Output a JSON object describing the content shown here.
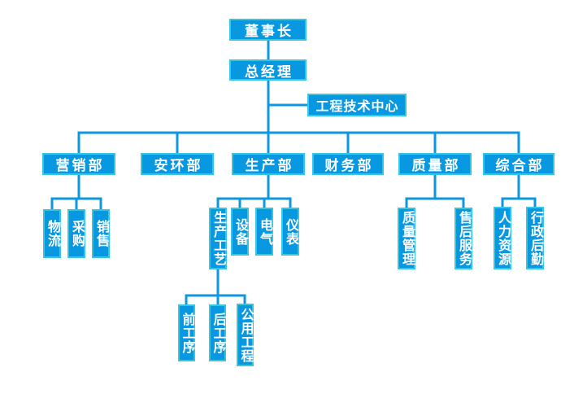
{
  "org_chart": {
    "chairman": {
      "label": "董事长"
    },
    "general_manager": {
      "label": "总经理"
    },
    "engineering_center": {
      "label": "工程技术中心"
    },
    "departments": [
      {
        "label": "营销部",
        "children": [
          {
            "label": "物流"
          },
          {
            "label": "采购"
          },
          {
            "label": "销售"
          }
        ]
      },
      {
        "label": "安环部",
        "children": []
      },
      {
        "label": "生产部",
        "children": [
          {
            "label": "生产工艺",
            "children": [
              {
                "label": "前工序"
              },
              {
                "label": "后工序"
              },
              {
                "label": "公用工程"
              }
            ]
          },
          {
            "label": "设备"
          },
          {
            "label": "电气"
          },
          {
            "label": "仪表"
          }
        ]
      },
      {
        "label": "财务部",
        "children": []
      },
      {
        "label": "质量部",
        "children": [
          {
            "label": "质量管理"
          },
          {
            "label": "售后服务"
          }
        ]
      },
      {
        "label": "综合部",
        "children": [
          {
            "label": "人力资源"
          },
          {
            "label": "行政后勤"
          }
        ]
      }
    ],
    "colors": {
      "box_fill": "#0898e2",
      "box_border": "#36c6e3",
      "connector": "#0e97e0",
      "text": "#ffffff",
      "background": "#ffffff"
    }
  }
}
